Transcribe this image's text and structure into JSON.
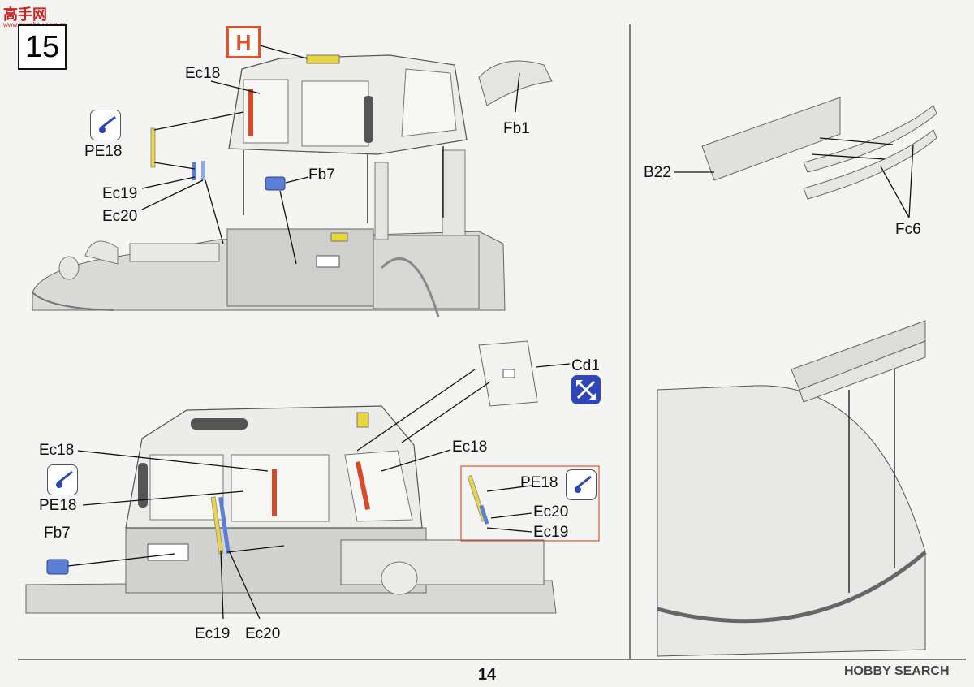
{
  "header": {
    "logo_text": "高手网",
    "logo_sub": "www.gaoshou.com.cn"
  },
  "step": {
    "number": "15",
    "marker": "H"
  },
  "labels": {
    "top_ec18": "Ec18",
    "top_pe18": "PE18",
    "top_ec19": "Ec19",
    "top_ec20": "Ec20",
    "top_fb7": "Fb7",
    "top_fb1": "Fb1",
    "right_b22": "B22",
    "right_fc6": "Fc6",
    "cd1": "Cd1",
    "bot_ec18_left": "Ec18",
    "bot_ec18_right": "Ec18",
    "bot_pe18_left": "PE18",
    "bot_pe18_right": "PE18",
    "bot_ec20_right": "Ec20",
    "bot_ec19_right": "Ec19",
    "bot_fb7": "Fb7",
    "bot_ec19": "Ec19",
    "bot_ec20": "Ec20"
  },
  "footer": {
    "page_number": "14",
    "watermark": "HOBBY SEARCH"
  },
  "colors": {
    "accent": "#e0532c",
    "cut_icon": "#2e46b8",
    "part_blue": "#5b7fd6",
    "part_yellow": "#e9d640"
  },
  "icons": [
    "glue-icon",
    "cut-icon"
  ]
}
